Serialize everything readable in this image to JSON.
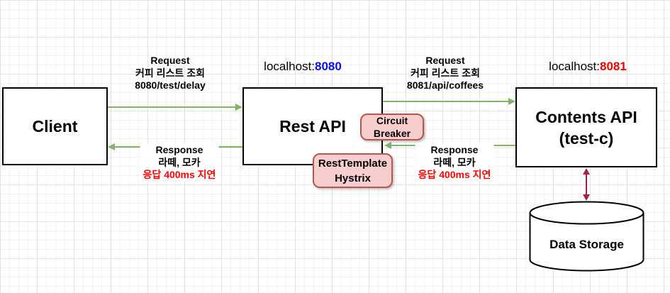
{
  "nodes": {
    "client": {
      "label": "Client"
    },
    "rest_api": {
      "label": "Rest API"
    },
    "contents_api": {
      "line1": "Contents API",
      "line2": "(test-c)"
    },
    "data_storage": {
      "label": "Data Storage"
    },
    "circuit_breaker": {
      "line1": "Circuit",
      "line2": "Breaker"
    },
    "rest_template_hystrix": {
      "line1": "RestTemplate",
      "line2": "Hystrix"
    }
  },
  "hosts": {
    "rest_api": {
      "prefix": "localhost:",
      "port": "8080"
    },
    "contents_api": {
      "prefix": "localhost:",
      "port": "8081"
    }
  },
  "edges": {
    "client_to_rest_request": {
      "line1": "Request",
      "line2": "커피 리스트 조회",
      "line3": "8080/test/delay"
    },
    "rest_to_client_response": {
      "line1": "Response",
      "line2": "라떼, 모카",
      "line3": "응답 400ms 지연"
    },
    "rest_to_contents_request": {
      "line1": "Request",
      "line2": "커피 리스트 조회",
      "line3": "8081/api/coffees"
    },
    "contents_to_rest_response": {
      "line1": "Response",
      "line2": "라떼, 모카",
      "line3": "응답 400ms 지연"
    }
  },
  "colors": {
    "arrow_green": "#82b366",
    "arrow_crimson": "#a61d4c",
    "pink_fill": "#f8cecc",
    "pink_border": "#b85450",
    "port_8080": "#0c0cf0",
    "port_8081": "#f00000",
    "delay_text": "#ff0000",
    "node_border": "#000000"
  }
}
